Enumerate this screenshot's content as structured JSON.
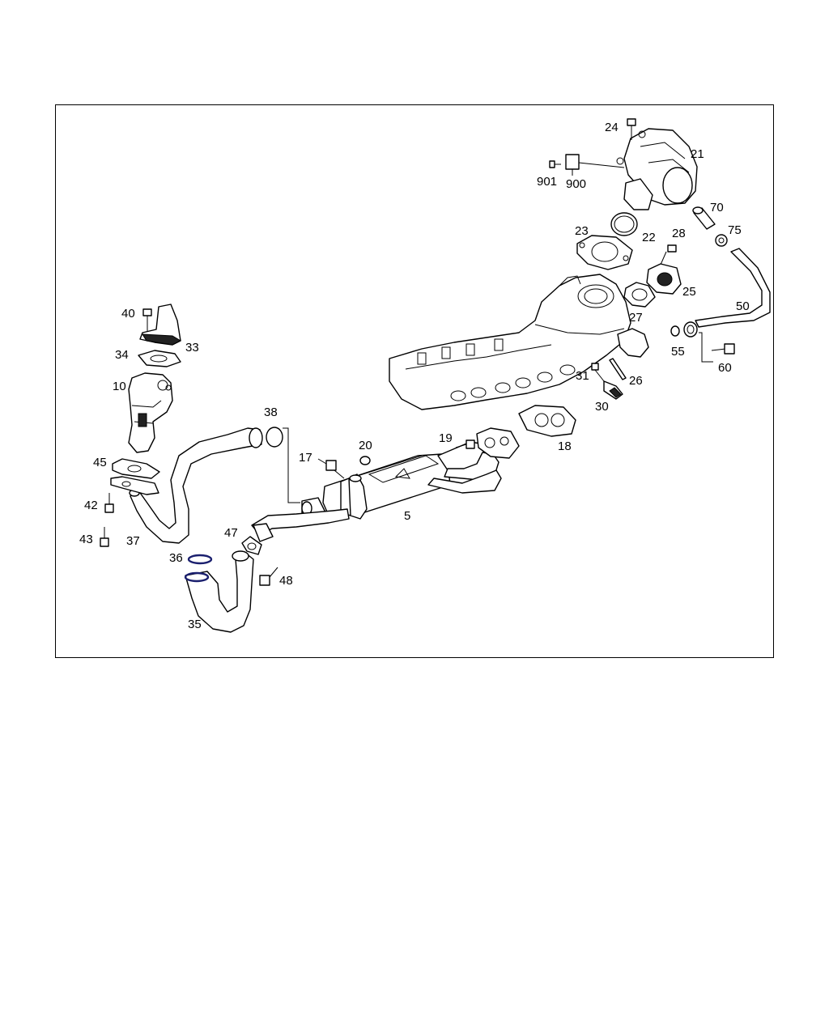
{
  "diagram": {
    "labels": {
      "p24": "24",
      "p21": "21",
      "p901": "901",
      "p900": "900",
      "p70": "70",
      "p75": "75",
      "p23": "23",
      "p22": "22",
      "p28": "28",
      "p25": "25",
      "p50": "50",
      "p27": "27",
      "p55": "55",
      "p60": "60",
      "p40": "40",
      "p33": "33",
      "p34": "34",
      "p10": "10",
      "p31": "31",
      "p26": "26",
      "p30": "30",
      "p18": "18",
      "p38": "38",
      "p20": "20",
      "p19": "19",
      "p17": "17",
      "p45": "45",
      "p5": "5",
      "p42": "42",
      "p43": "43",
      "p37": "37",
      "p47": "47",
      "p36": "36",
      "p48": "48",
      "p35": "35"
    },
    "colors": {
      "line": "#000000",
      "seal": "#1a1f6e",
      "background": "#ffffff"
    }
  }
}
